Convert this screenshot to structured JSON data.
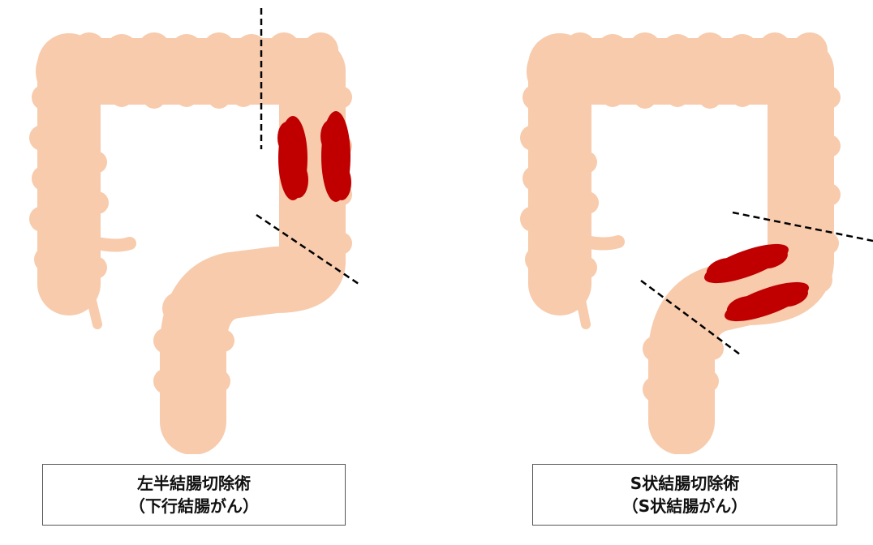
{
  "diagrams": [
    {
      "caption": {
        "line1": "左半結腸切除術",
        "line2": "（下行結腸がん）"
      }
    },
    {
      "caption": {
        "line1": "S状結腸切除術",
        "line2": "（S状結腸がん）"
      }
    }
  ],
  "colors": {
    "colon": "#F7CBAC",
    "tumor": "#C00000",
    "cut_line": "#000000"
  }
}
